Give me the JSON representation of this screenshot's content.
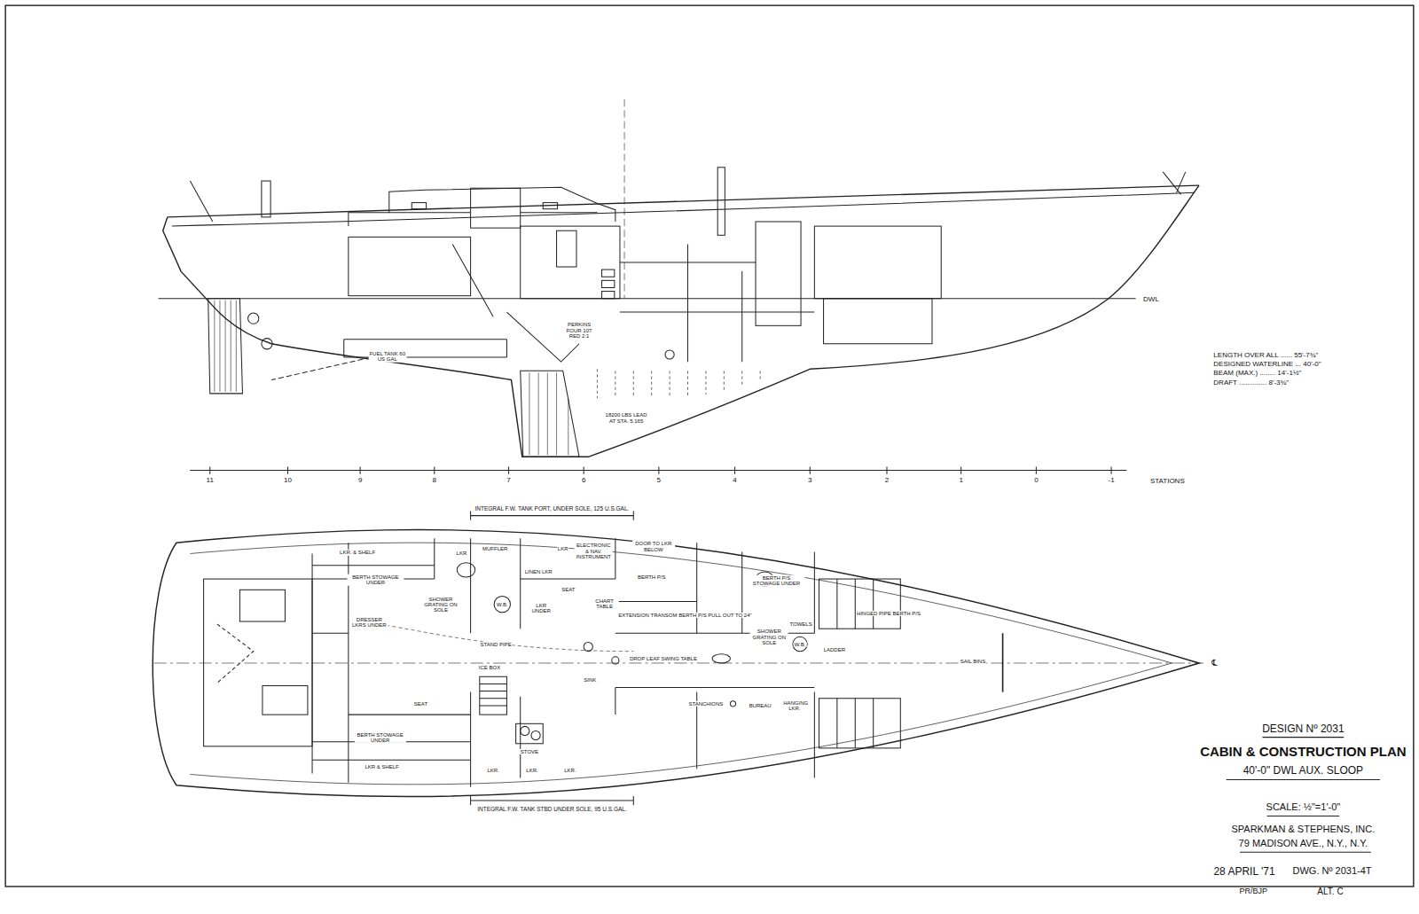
{
  "diagram": {
    "title": "CABIN & CONSTRUCTION PLAN",
    "labels": [
      "FUEL TANK 60 US GAL",
      "PERKINS FOUR 107 RED 2:1",
      "18200 LBS LEAD AT STA. 5.165",
      "DWL",
      "11",
      "10",
      "9",
      "8",
      "7",
      "6",
      "5",
      "4",
      "3",
      "2",
      "1",
      "0",
      "-1",
      "STATIONS",
      "LENGTH OVER ALL ...... 55'-7¾\"",
      "DESIGNED WATERLINE ... 40'-0\"",
      "BEAM (MAX.) ........ 14'-1½\"",
      "DRAFT .............. 8'-3¾\"",
      "INTEGRAL F.W. TANK PORT, UNDER SOLE, 125 U.S.GAL.",
      "LKR. & SHELF",
      "BERTH STOWAGE UNDER",
      "LKR",
      "MUFFLER",
      "LKR",
      "ELECTRONIC & NAV. INSTRUMENT",
      "DOOR TO LKR BELOW",
      "LINEN LKR",
      "SHOWER GRATING ON SOLE",
      "W.B.",
      "LKR UNDER",
      "SEAT",
      "CHART TABLE",
      "BERTH P/S",
      "BERTH P/S STOWAGE UNDER",
      "EXTENSION TRANSOM BERTH P/S PULL OUT TO 24\"",
      "SHOWER GRATING ON SOLE",
      "TOWELS",
      "W.B.",
      "LADDER",
      "HINGED PIPE BERTH P/S",
      "SAIL BINS",
      "℄",
      "DRESSER LKRS UNDER",
      "STAND PIPE",
      "DROP LEAF SWING TABLE",
      "SINK",
      "SEAT",
      "ICE BOX",
      "STANCHIONS",
      "BUREAU",
      "HANGING LKR.",
      "BERTH STOWAGE UNDER",
      "STOVE",
      "LKR & SHELF",
      "LKR.",
      "LKR.",
      "LKR.",
      "INTEGRAL F.W. TANK STBD UNDER SOLE, 95 U.S.GAL.",
      "DESIGN Nº 2031",
      "40'-0\" DWL AUX. SLOOP",
      "SCALE: ½\"=1'-0\"",
      "SPARKMAN & STEPHENS, INC.",
      "79 MADISON AVE., N.Y., N.Y.",
      "28 APRIL '71",
      "DWG. Nº 2031-4T",
      "PR/BJP",
      "ALT. C"
    ]
  }
}
